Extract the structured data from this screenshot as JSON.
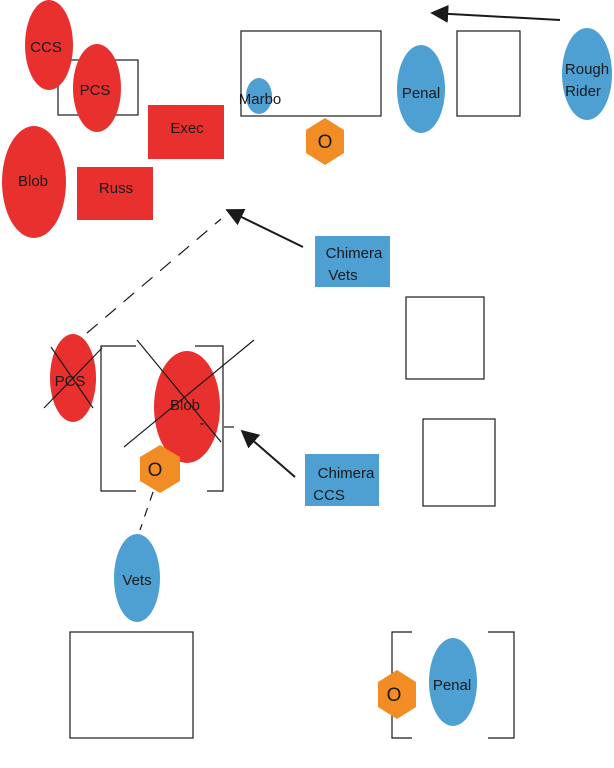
{
  "colors": {
    "red": "#e8302f",
    "blue": "#4e9fd2",
    "orange": "#f28c24",
    "line": "#1a1a1a",
    "label": "#1a1a1a"
  },
  "units": {
    "ccs_top": "CCS",
    "pcs_top": "PCS",
    "blob_top": "Blob",
    "exec": "Exec",
    "russ": "Russ",
    "marbo": "Marbo",
    "objective_top": "O",
    "penal_top": "Penal",
    "rough_rider_line1": "Rough",
    "rough_rider_line2": "Rider",
    "chimera_vets_line1": "Chimera",
    "chimera_vets_line2": "Vets",
    "pcs_mid": "PCS",
    "blob_mid": "Blob",
    "blob_mid_mark": "-",
    "objective_mid": "O",
    "chimera_ccs_line1": "Chimera",
    "chimera_ccs_line2": "CCS",
    "vets": "Vets",
    "objective_bottom": "O",
    "penal_bottom": "Penal"
  }
}
